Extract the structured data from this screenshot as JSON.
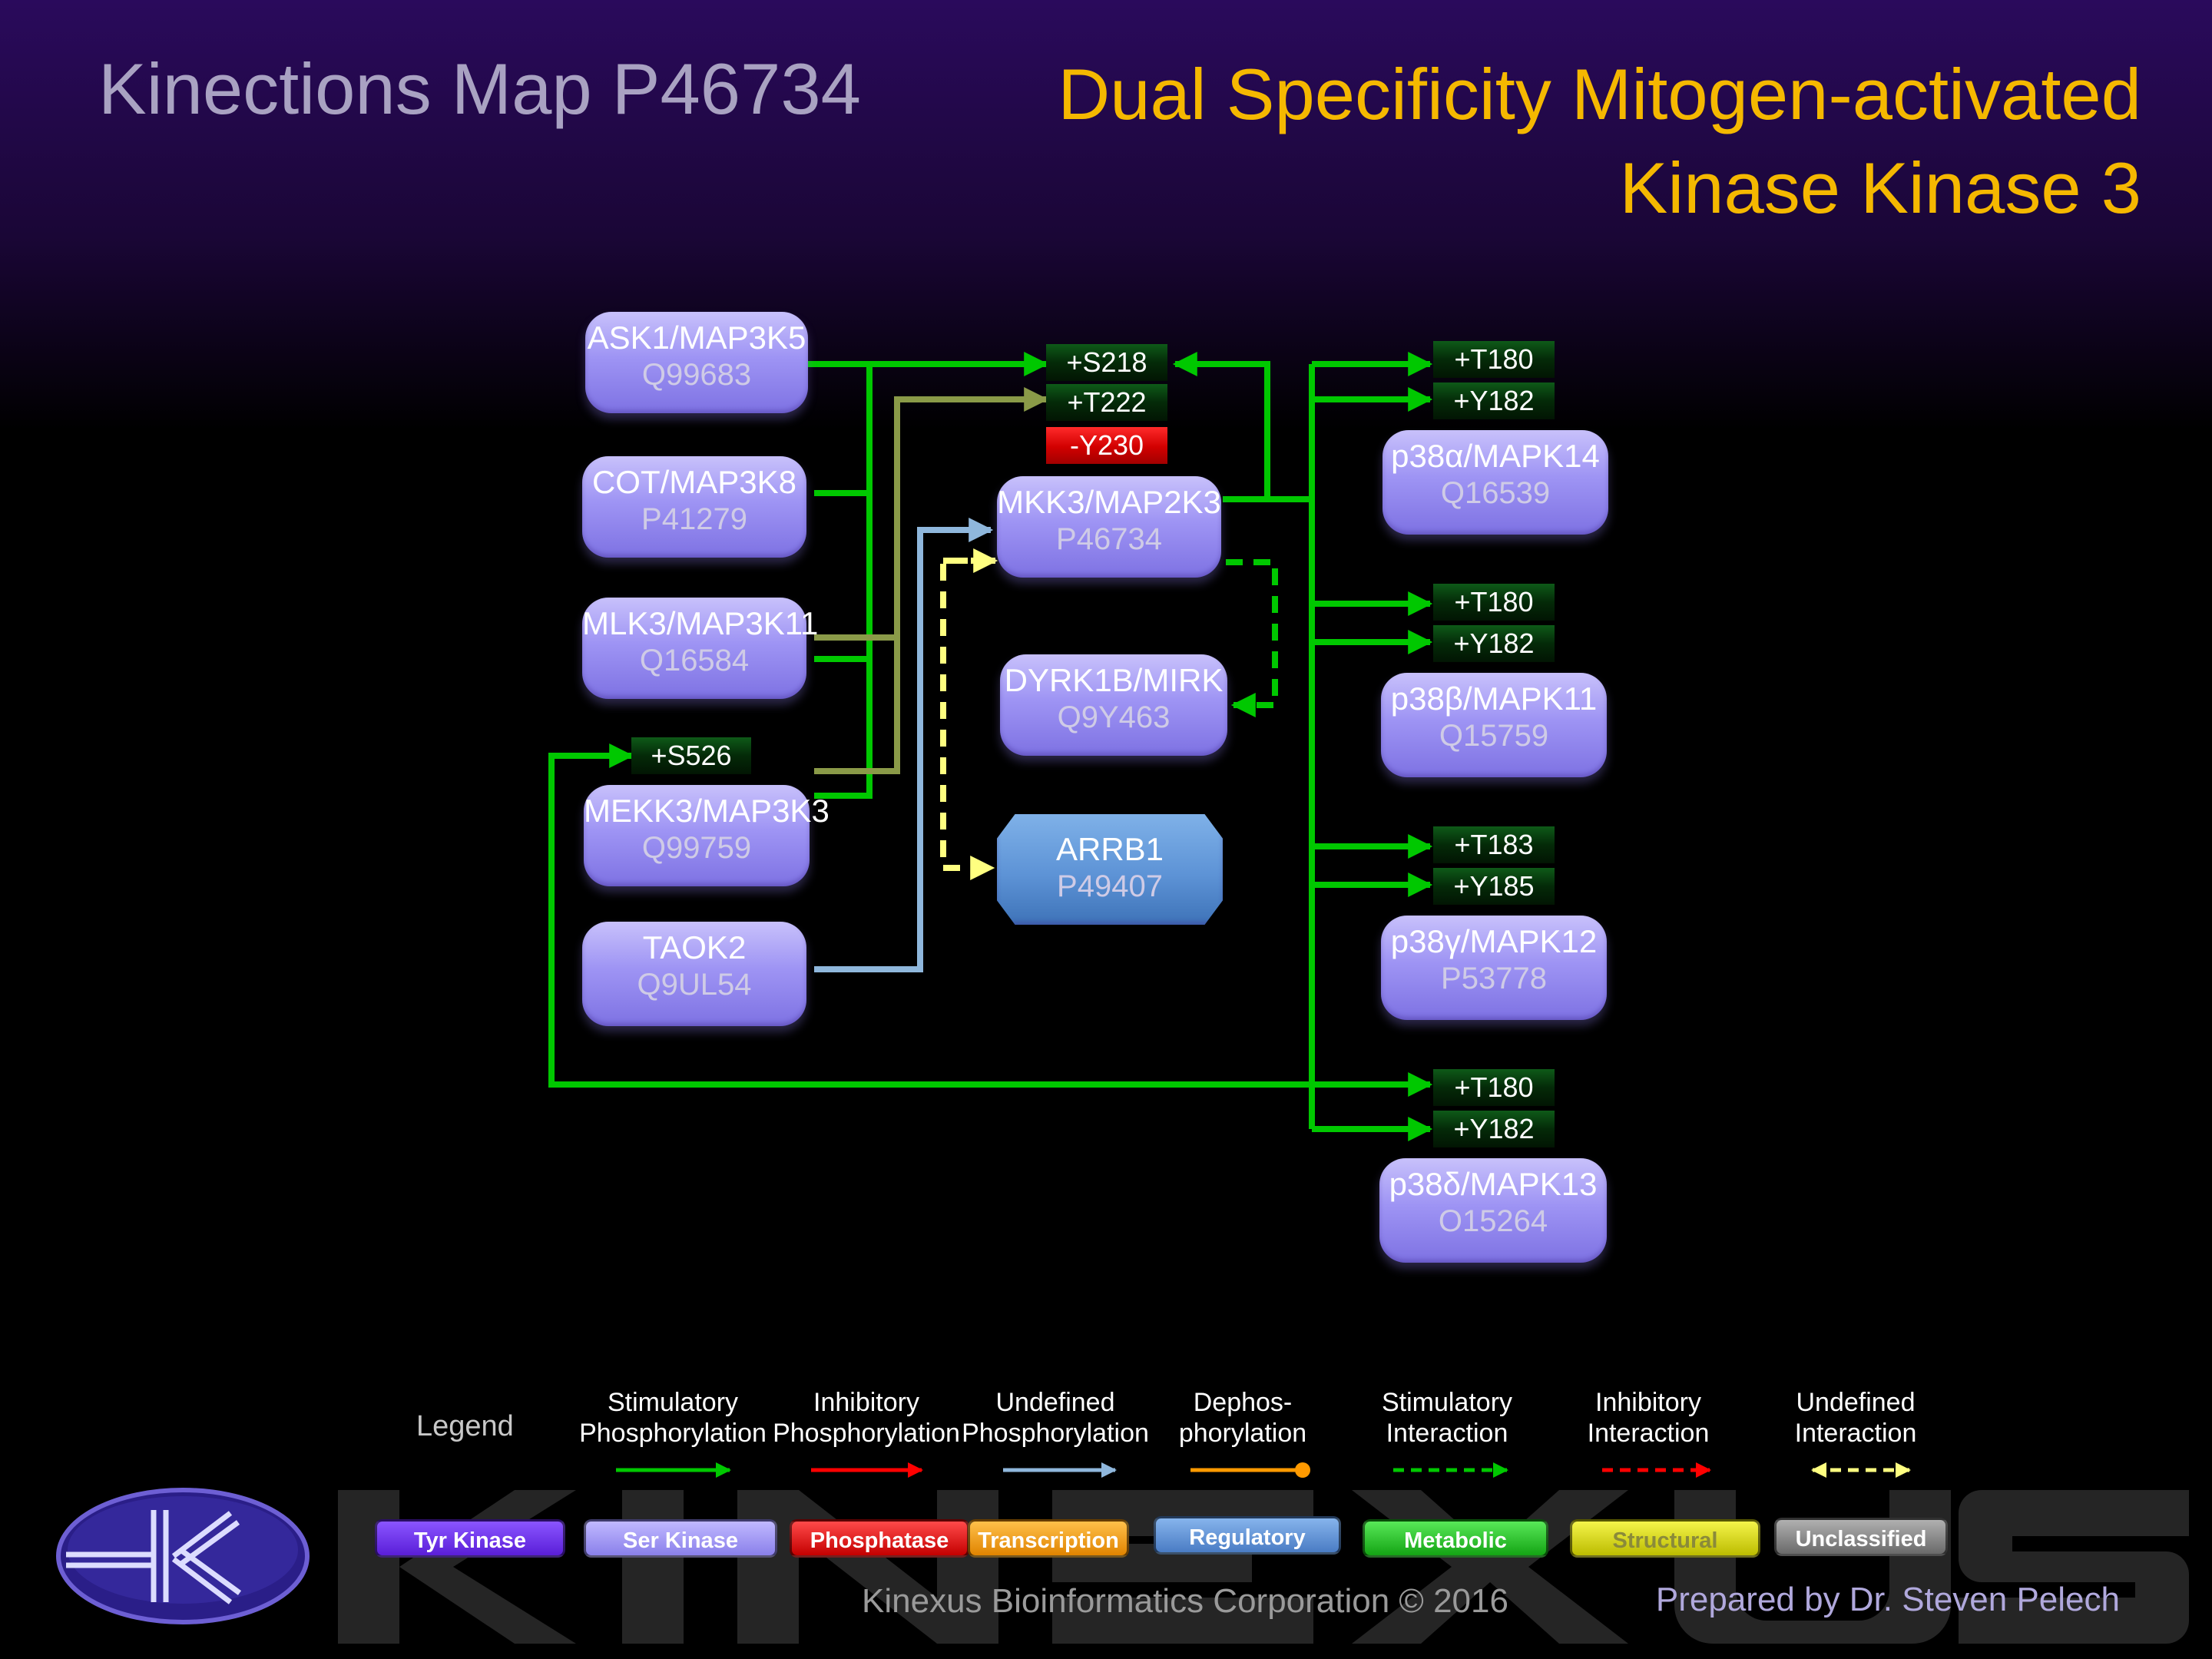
{
  "header": {
    "map_title": "Kinections Map P46734",
    "protein_title": "Dual Specificity Mitogen-activated Kinase Kinase 3"
  },
  "nodes": {
    "ask1": {
      "name": "ASK1/MAP3K5",
      "acc": "Q99683"
    },
    "cot": {
      "name": "COT/MAP3K8",
      "acc": "P41279"
    },
    "mlk3": {
      "name": "MLK3/MAP3K11",
      "acc": "Q16584"
    },
    "mekk3": {
      "name": "MEKK3/MAP3K3",
      "acc": "Q99759"
    },
    "taok2": {
      "name": "TAOK2",
      "acc": "Q9UL54"
    },
    "mkk3": {
      "name": "MKK3/MAP2K3",
      "acc": "P46734"
    },
    "dyrk1b": {
      "name": "DYRK1B/MIRK",
      "acc": "Q9Y463"
    },
    "arrb1": {
      "name": "ARRB1",
      "acc": "P49407"
    },
    "p38a": {
      "name": "p38α/MAPK14",
      "acc": "Q16539"
    },
    "p38b": {
      "name": "p38β/MAPK11",
      "acc": "Q15759"
    },
    "p38g": {
      "name": "p38γ/MAPK12",
      "acc": "P53778"
    },
    "p38d": {
      "name": "p38δ/MAPK13",
      "acc": "O15264"
    }
  },
  "sites": {
    "mkk3_s218": "+S218",
    "mkk3_t222": "+T222",
    "mkk3_y230": "-Y230",
    "mekk3_s526": "+S526",
    "p38a_t180": "+T180",
    "p38a_y182": "+Y182",
    "p38b_t180": "+T180",
    "p38b_y182": "+Y182",
    "p38g_t183": "+T183",
    "p38g_y185": "+Y185",
    "p38d_t180": "+T180",
    "p38d_y182": "+Y182"
  },
  "legend": {
    "label": "Legend",
    "items": [
      {
        "line1": "Stimulatory",
        "line2": "Phosphorylation",
        "color": "#00c800",
        "style": "solid",
        "head": "arrow"
      },
      {
        "line1": "Inhibitory",
        "line2": "Phosphorylation",
        "color": "#ff0000",
        "style": "solid",
        "head": "arrow"
      },
      {
        "line1": "Undefined",
        "line2": "Phosphorylation",
        "color": "#8fb7dc",
        "style": "solid",
        "head": "arrow"
      },
      {
        "line1": "Dephos-",
        "line2": "phorylation",
        "color": "#ff9a00",
        "style": "solid",
        "head": "dot"
      },
      {
        "line1": "Stimulatory",
        "line2": "Interaction",
        "color": "#00c800",
        "style": "dashed",
        "head": "arrow"
      },
      {
        "line1": "Inhibitory",
        "line2": "Interaction",
        "color": "#ff0000",
        "style": "dashed",
        "head": "arrow"
      },
      {
        "line1": "Undefined",
        "line2": "Interaction",
        "color": "#ffff80",
        "style": "dashed",
        "head": "both"
      }
    ],
    "categories": [
      {
        "label": "Tyr Kinase",
        "color": "#6a2ce8"
      },
      {
        "label": "Ser Kinase",
        "color": "#9d93f2"
      },
      {
        "label": "Phosphatase",
        "color": "#e01010"
      },
      {
        "label": "Transcription",
        "color": "#f09a10"
      },
      {
        "label": "Regulatory",
        "color": "#5c90d4"
      },
      {
        "label": "Metabolic",
        "color": "#20c020"
      },
      {
        "label": "Structural",
        "color": "#d8d800"
      },
      {
        "label": "Unclassified",
        "color": "#8a8a8a"
      }
    ]
  },
  "footer": {
    "company": "Kinexus Bioinformatics Corporation © 2016",
    "prepared_by": "Prepared by Dr. Steven Pelech"
  },
  "colors": {
    "stimulatory": "#00c800",
    "olive": "#8a9a48",
    "undefined_phos": "#8fb7dc",
    "undefined_interaction": "#ffff80",
    "title_orange": "#f5b800"
  }
}
